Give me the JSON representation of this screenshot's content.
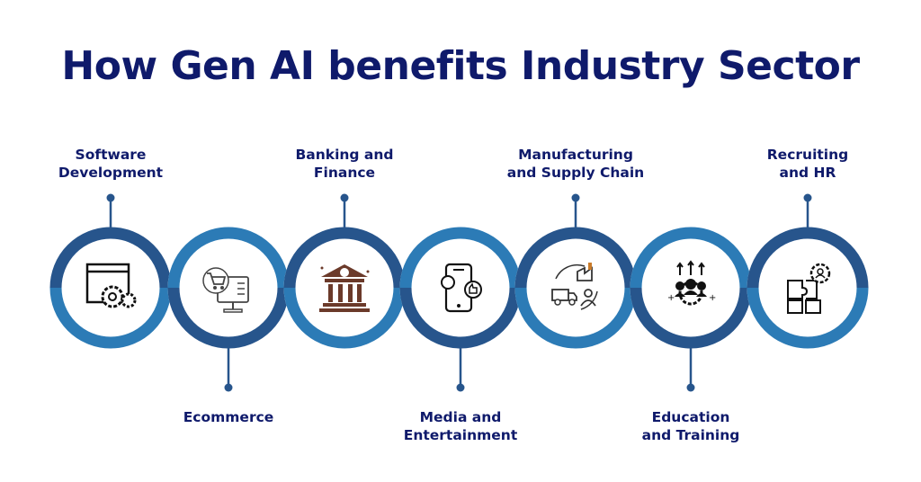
{
  "title": "How Gen AI benefits Industry Sector",
  "colors": {
    "title": "#0f1a6b",
    "ring_dark": "#27558c",
    "ring_light": "#2c7bb6"
  },
  "sectors": [
    {
      "label_line1": "Software",
      "label_line2": "Development",
      "icon": "browser-gears-icon",
      "position": "top"
    },
    {
      "label_line1": "Ecommerce",
      "label_line2": "",
      "icon": "shopping-cart-monitor-icon",
      "position": "bottom"
    },
    {
      "label_line1": "Banking and",
      "label_line2": "Finance",
      "icon": "bank-building-icon",
      "position": "top"
    },
    {
      "label_line1": "Media and",
      "label_line2": "Entertainment",
      "icon": "smartphone-social-icon",
      "position": "bottom"
    },
    {
      "label_line1": "Manufacturing",
      "label_line2": "and Supply Chain",
      "icon": "factory-truck-cycle-icon",
      "position": "top"
    },
    {
      "label_line1": "Education",
      "label_line2": "and Training",
      "icon": "team-growth-icon",
      "position": "bottom"
    },
    {
      "label_line1": "Recruiting",
      "label_line2": "and HR",
      "icon": "puzzle-person-icon",
      "position": "top"
    }
  ]
}
